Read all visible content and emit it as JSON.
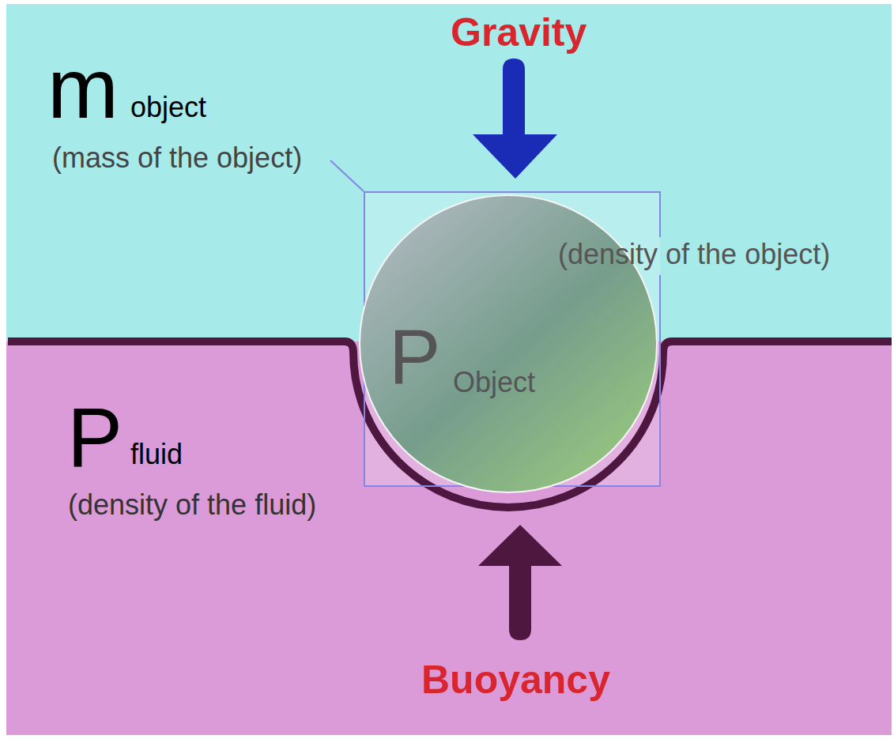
{
  "diagram": {
    "nodes": [
      {
        "text": [
          "P",
          "Object"
        ]
      }
    ],
    "labels": [
      "Gravity",
      "m",
      "object",
      "(mass of the object)",
      "(density of the object)",
      "P",
      "fluid",
      "(density of the fluid)",
      "Buoyancy"
    ]
  }
}
